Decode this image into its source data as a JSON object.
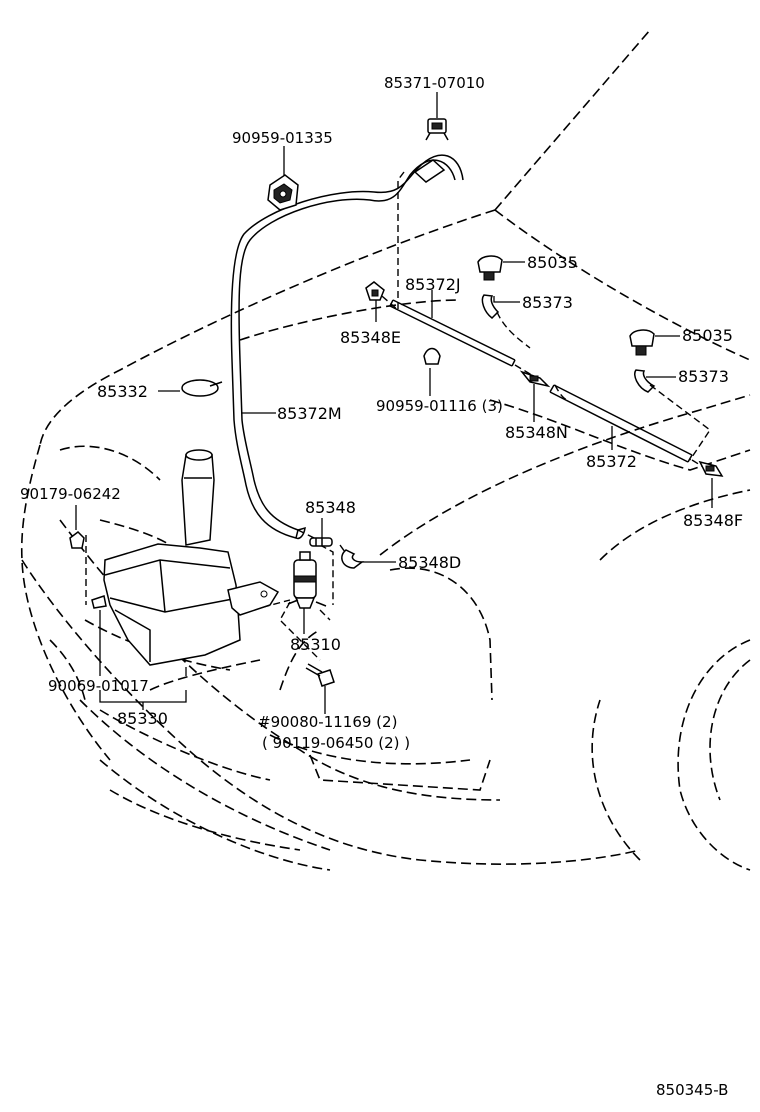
{
  "diagram": {
    "part_numbers": {
      "p85371_07010": "85371-07010",
      "p90959_01335": "90959-01335",
      "p85035_a": "85035",
      "p85035_b": "85035",
      "p85372J": "85372J",
      "p85373_a": "85373",
      "p85373_b": "85373",
      "p85348E": "85348E",
      "p90959_01116": "90959-01116 (3)",
      "p85332": "85332",
      "p85372M": "85372M",
      "p85348N": "85348N",
      "p85372": "85372",
      "p90179_06242": "90179-06242",
      "p85348": "85348",
      "p85348F": "85348F",
      "p85348D": "85348D",
      "p85310": "85310",
      "p90069_01017": "90069-01017",
      "p90080_11169": "#90080-11169 (2)",
      "p90119_06450": "( 90119-06450 (2) )",
      "p85330": "85330"
    },
    "figure_id": "850345-B"
  }
}
